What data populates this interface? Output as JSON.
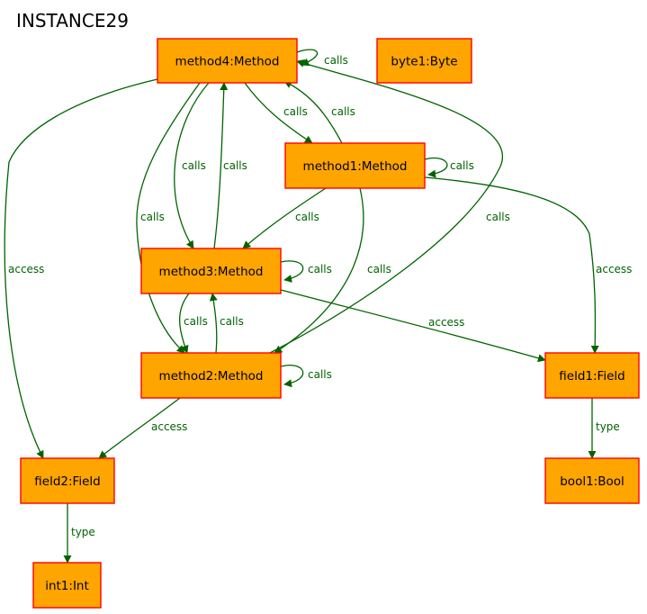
{
  "diagram": {
    "title": "INSTANCE29",
    "colors": {
      "node_fill": "#FFA500",
      "node_border": "#FF0000",
      "edge": "#006400",
      "edge_label": "#006400"
    },
    "nodes": [
      {
        "id": "method4",
        "label": "method4:Method"
      },
      {
        "id": "byte1",
        "label": "byte1:Byte"
      },
      {
        "id": "method1",
        "label": "method1:Method"
      },
      {
        "id": "method3",
        "label": "method3:Method"
      },
      {
        "id": "method2",
        "label": "method2:Method"
      },
      {
        "id": "field1",
        "label": "field1:Field"
      },
      {
        "id": "field2",
        "label": "field2:Field"
      },
      {
        "id": "bool1",
        "label": "bool1:Bool"
      },
      {
        "id": "int1",
        "label": "int1:Int"
      }
    ],
    "edges": [
      {
        "from": "method4",
        "to": "method4",
        "label": "calls"
      },
      {
        "from": "method4",
        "to": "method1",
        "label": "calls"
      },
      {
        "from": "method1",
        "to": "method4",
        "label": "calls"
      },
      {
        "from": "method4",
        "to": "method3",
        "label": "calls"
      },
      {
        "from": "method3",
        "to": "method4",
        "label": "calls"
      },
      {
        "from": "method4",
        "to": "method2",
        "label": "calls"
      },
      {
        "from": "method2",
        "to": "method4",
        "label": "calls"
      },
      {
        "from": "method4",
        "to": "field2",
        "label": "access"
      },
      {
        "from": "method1",
        "to": "method1",
        "label": "calls"
      },
      {
        "from": "method1",
        "to": "method3",
        "label": "calls"
      },
      {
        "from": "method1",
        "to": "method2",
        "label": "calls"
      },
      {
        "from": "method1",
        "to": "field1",
        "label": "access"
      },
      {
        "from": "method3",
        "to": "method3",
        "label": "calls"
      },
      {
        "from": "method3",
        "to": "method2",
        "label": "calls"
      },
      {
        "from": "method2",
        "to": "method3",
        "label": "calls"
      },
      {
        "from": "method3",
        "to": "field1",
        "label": "access"
      },
      {
        "from": "method2",
        "to": "method2",
        "label": "calls"
      },
      {
        "from": "method2",
        "to": "field2",
        "label": "access"
      },
      {
        "from": "field1",
        "to": "bool1",
        "label": "type"
      },
      {
        "from": "field2",
        "to": "int1",
        "label": "type"
      }
    ]
  }
}
